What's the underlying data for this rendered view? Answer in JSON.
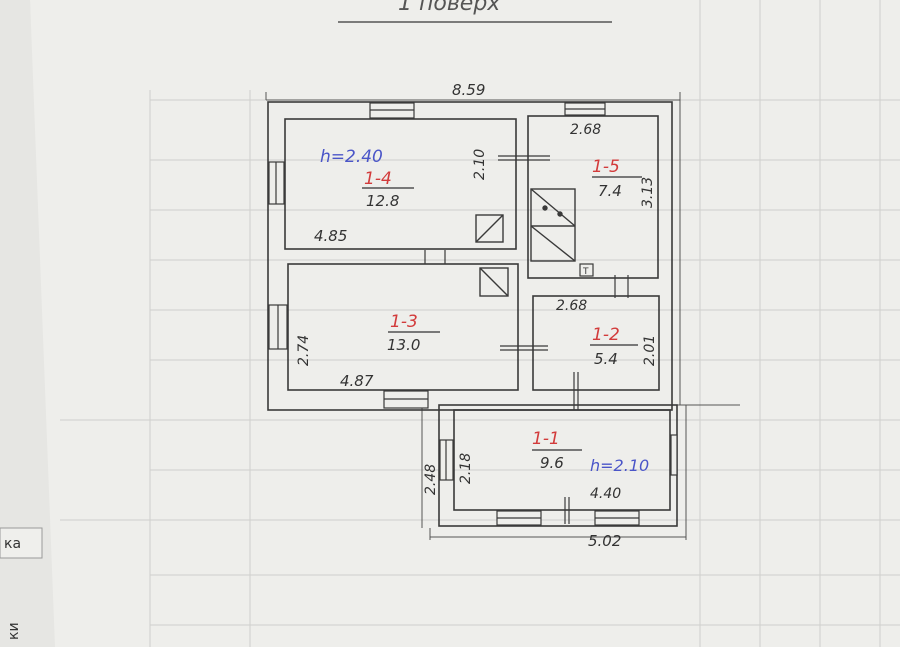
{
  "sheet": {
    "title": "1 поверх",
    "margin_text_1": "ка",
    "margin_text_2": "ки"
  },
  "dimensions": {
    "overall_top": "8.59",
    "overall_bottom": "5.02",
    "annex_left": "2.48",
    "room4_width": "4.85",
    "room4_depth": "2.10",
    "room5_width": "2.68",
    "room5_depth": "3.13",
    "room3_width": "4.87",
    "room3_depth": "2.74",
    "room2_width": "2.68",
    "room2_depth": "2.01",
    "room1_width": "4.40",
    "room1_depth": "2.18"
  },
  "heights": {
    "main": "h=2.40",
    "annex": "h=2.10"
  },
  "rooms": [
    {
      "id": "1-4",
      "area": "12.8"
    },
    {
      "id": "1-5",
      "area": "7.4"
    },
    {
      "id": "1-3",
      "area": "13.0"
    },
    {
      "id": "1-2",
      "area": "5.4"
    },
    {
      "id": "1-1",
      "area": "9.6"
    }
  ],
  "symbols": {
    "toilet": "Т"
  },
  "colors": {
    "paper": "#eeeeeb",
    "ink": "#3a3a3a",
    "red_ink": "#d23b3b",
    "blue_ink": "#4a55c8",
    "grid": "#c9c9c6"
  }
}
